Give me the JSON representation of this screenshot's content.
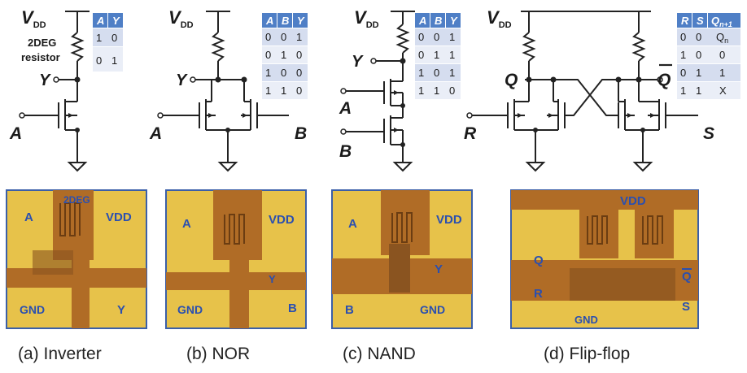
{
  "colors": {
    "table_header": "#4f7fc6",
    "table_row_a": "#d5ddef",
    "table_row_b": "#eaeef7",
    "chip_gold": "#e7c24a",
    "chip_brown": "#b06c26",
    "chip_label": "#2a4fb0",
    "wire": "#222222"
  },
  "supply_label": "V",
  "supply_sub": "DD",
  "panels": [
    {
      "id": "inverter",
      "caption": "(a) Inverter",
      "resistor_label": [
        "2DEG",
        "resistor"
      ],
      "inputs": [
        "A"
      ],
      "output": "Y",
      "truth_table": {
        "headers": [
          "A",
          "Y"
        ],
        "rows": [
          [
            "1",
            "0"
          ],
          [
            "0",
            "1"
          ]
        ]
      },
      "chip_labels": [
        "2DEG",
        "A",
        "VDD",
        "GND",
        "Y"
      ]
    },
    {
      "id": "nor",
      "caption": "(b) NOR",
      "inputs": [
        "A",
        "B"
      ],
      "output": "Y",
      "truth_table": {
        "headers": [
          "A",
          "B",
          "Y"
        ],
        "rows": [
          [
            "0",
            "0",
            "1"
          ],
          [
            "0",
            "1",
            "0"
          ],
          [
            "1",
            "0",
            "0"
          ],
          [
            "1",
            "1",
            "0"
          ]
        ]
      },
      "chip_labels": [
        "A",
        "VDD",
        "Y",
        "GND",
        "B"
      ]
    },
    {
      "id": "nand",
      "caption": "(c) NAND",
      "inputs": [
        "A",
        "B"
      ],
      "output": "Y",
      "truth_table": {
        "headers": [
          "A",
          "B",
          "Y"
        ],
        "rows": [
          [
            "0",
            "0",
            "1"
          ],
          [
            "0",
            "1",
            "1"
          ],
          [
            "1",
            "0",
            "1"
          ],
          [
            "1",
            "1",
            "0"
          ]
        ]
      },
      "chip_labels": [
        "A",
        "VDD",
        "Y",
        "B",
        "GND"
      ]
    },
    {
      "id": "flipflop",
      "caption": "(d) Flip-flop",
      "inputs": [
        "R",
        "S"
      ],
      "outputs": [
        "Q",
        "Q"
      ],
      "truth_table": {
        "headers": [
          "R",
          "S",
          "Q",
          "n+1"
        ],
        "rows": [
          [
            "0",
            "0",
            "Q",
            "n"
          ],
          [
            "1",
            "0",
            "0",
            ""
          ],
          [
            "0",
            "1",
            "1",
            ""
          ],
          [
            "1",
            "1",
            "X",
            ""
          ]
        ]
      },
      "chip_labels": [
        "VDD",
        "Q",
        "R",
        "GND",
        "Q",
        "S"
      ]
    }
  ]
}
